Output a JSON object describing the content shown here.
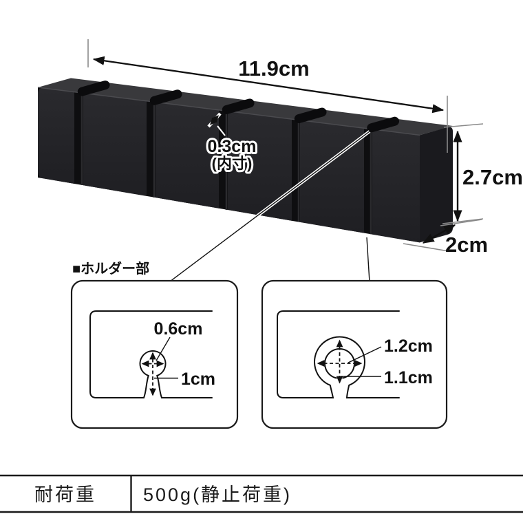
{
  "product_diagram": {
    "overall_dimensions": {
      "width": "11.9cm",
      "height": "2.7cm",
      "depth": "2cm"
    },
    "slot_dimension": {
      "value": "0.3cm",
      "note": "(内寸)"
    },
    "section_label": "■ホルダー部",
    "detail_left": {
      "opening_width": "0.6cm",
      "slot_depth": "1cm"
    },
    "detail_right": {
      "hole_width": "1.2cm",
      "hole_height": "1.1cm"
    },
    "colors": {
      "product_top": "#39393c",
      "product_front": "#232327",
      "product_side": "#1a1a1e",
      "slot_dark": "#0b0b0d",
      "line": "#1a1a1a",
      "background": "#ffffff"
    }
  },
  "spec_table": {
    "rows": [
      {
        "label": "耐荷重",
        "value": "500g(静止荷重)"
      }
    ]
  }
}
